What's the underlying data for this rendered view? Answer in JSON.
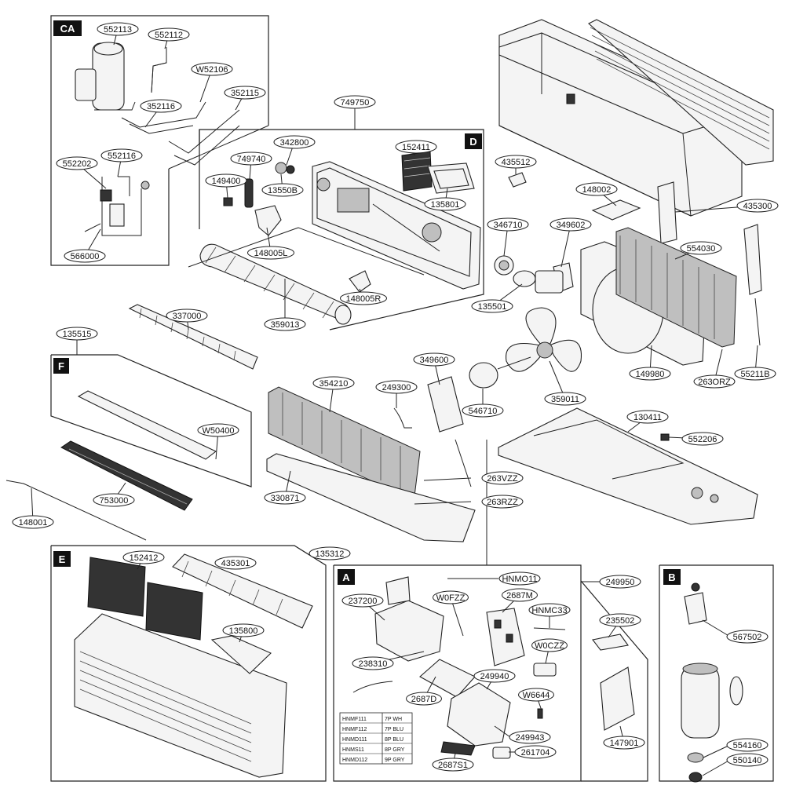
{
  "section_tags": {
    "ca": "CA",
    "d": "D",
    "f": "F",
    "e": "E",
    "a": "A",
    "b": "B"
  },
  "labels": {
    "p552113": "552113",
    "p552112": "552112",
    "pW52106": "W52106",
    "p352116": "352116",
    "p352115": "352115",
    "p552116": "552116",
    "p552202": "552202",
    "p566000": "566000",
    "p749750": "749750",
    "p342800": "342800",
    "p152411": "152411",
    "p749740": "749740",
    "p149400": "149400",
    "p13550B": "13550B",
    "p135801": "135801",
    "p148005L": "148005L",
    "p148005R": "148005R",
    "p359013": "359013",
    "p435512": "435512",
    "p148002": "148002",
    "p435300": "435300",
    "p346710": "346710",
    "p349602": "349602",
    "p554030": "554030",
    "p135501": "135501",
    "p337000": "337000",
    "p135515": "135515",
    "p349600": "349600",
    "p149980": "149980",
    "p263ORZ": "263ORZ",
    "p55211B": "55211B",
    "p354210": "354210",
    "p249300": "249300",
    "p546710": "546710",
    "p359011": "359011",
    "p130411": "130411",
    "pW50400": "W50400",
    "p552206": "552206",
    "p263VZZ": "263VZZ",
    "p753000": "753000",
    "p330871": "330871",
    "p263RZZ": "263RZZ",
    "p148001": "148001",
    "p135312": "135312",
    "p152412": "152412",
    "p435301": "435301",
    "p135800": "135800",
    "pHNMO11": "HNMO11",
    "p2687M": "2687M",
    "p237200": "237200",
    "pW0FZZ": "W0FZZ",
    "pHNMC33": "HNMC33",
    "p249950": "249950",
    "p235502": "235502",
    "p567502": "567502",
    "pW0CZZ": "W0CZZ",
    "p238310": "238310",
    "p249940": "249940",
    "p2687D": "2687D",
    "pW6644": "W6644",
    "p249943": "249943",
    "p261704": "261704",
    "p147901": "147901",
    "p554160": "554160",
    "p550140": "550140",
    "p2687S1": "2687S1"
  },
  "harness_table": [
    [
      "HNMF111",
      "7P WH"
    ],
    [
      "HNMF112",
      "7P BLU"
    ],
    [
      "HNMD111",
      "8P BLU"
    ],
    [
      "HNMS11",
      "8P GRY"
    ],
    [
      "HNMD112",
      "9P GRY"
    ]
  ]
}
